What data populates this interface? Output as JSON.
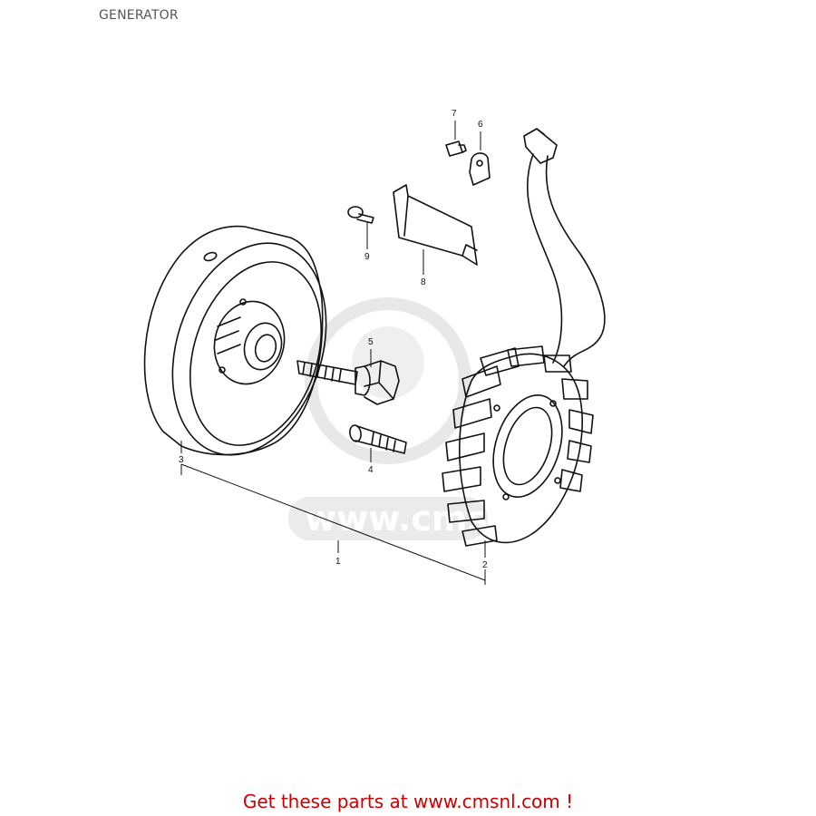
{
  "page": {
    "title": "GENERATOR"
  },
  "diagram": {
    "callouts": [
      "1",
      "2",
      "3",
      "4",
      "5",
      "6",
      "7",
      "8",
      "9"
    ]
  },
  "watermark": {
    "text": "www.cmsnl"
  },
  "footer": {
    "text": "Get these parts at www.cmsnl.com !"
  },
  "colors": {
    "footer": "#cc0000",
    "line": "#111111",
    "watermark": "#e6e6e6"
  }
}
